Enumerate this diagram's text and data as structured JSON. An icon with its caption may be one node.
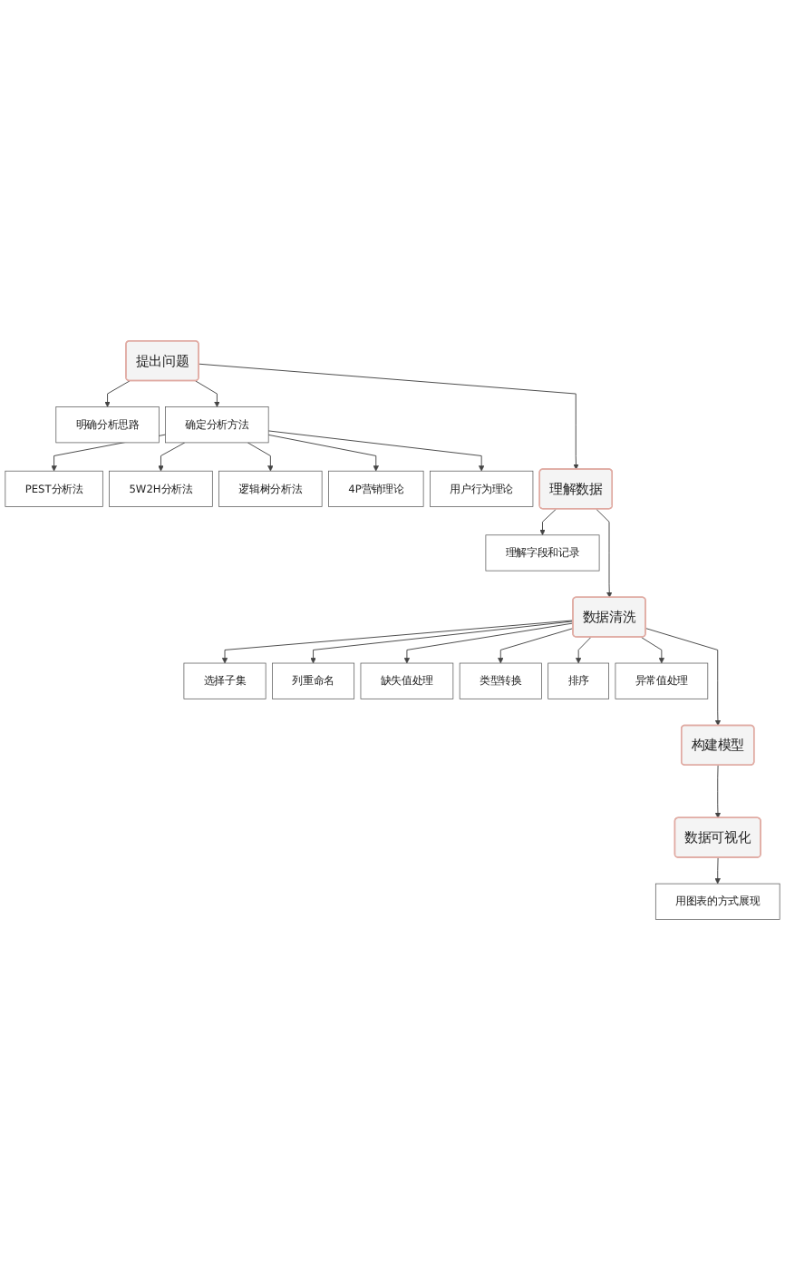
{
  "diagram": {
    "nodes": [
      {
        "text": [
          "提出问题"
        ]
      },
      {
        "text": [
          "明确分析思路"
        ]
      },
      {
        "text": [
          "确定分析方法"
        ]
      },
      {
        "text": [
          "PEST分析法"
        ]
      },
      {
        "text": [
          "5W2H分析法"
        ]
      },
      {
        "text": [
          "逻辑树分析法"
        ]
      },
      {
        "text": [
          "4P营销理论"
        ]
      },
      {
        "text": [
          "用户行为理论"
        ]
      },
      {
        "text": [
          "理解数据"
        ]
      },
      {
        "text": [
          "理解字段和记录"
        ]
      },
      {
        "text": [
          "数据清洗"
        ]
      },
      {
        "text": [
          "选择子集"
        ]
      },
      {
        "text": [
          "列重命名"
        ]
      },
      {
        "text": [
          "缺失值处理"
        ]
      },
      {
        "text": [
          "类型转换"
        ]
      },
      {
        "text": [
          "排序"
        ]
      },
      {
        "text": [
          "异常值处理"
        ]
      },
      {
        "text": [
          "构建模型"
        ]
      },
      {
        "text": [
          "数据可视化"
        ]
      },
      {
        "text": [
          "用图表的方式展现"
        ]
      }
    ],
    "edges": [
      {
        "from": 0,
        "to": 8,
        "arrow": "to"
      },
      {
        "from": 8,
        "to": 10,
        "arrow": "to"
      },
      {
        "from": 10,
        "to": 17,
        "arrow": "to"
      },
      {
        "from": 17,
        "to": 18,
        "arrow": "to"
      },
      {
        "from": 0,
        "to": 1,
        "arrow": "to"
      },
      {
        "from": 0,
        "to": 2,
        "arrow": "to"
      },
      {
        "from": 2,
        "to": 3,
        "arrow": "to"
      },
      {
        "from": 2,
        "to": 4,
        "arrow": "to"
      },
      {
        "from": 2,
        "to": 5,
        "arrow": "to"
      },
      {
        "from": 2,
        "to": 6,
        "arrow": "to"
      },
      {
        "from": 2,
        "to": 7,
        "arrow": "to"
      },
      {
        "from": 8,
        "to": 9,
        "arrow": "to"
      },
      {
        "from": 10,
        "to": 11,
        "arrow": "to"
      },
      {
        "from": 10,
        "to": 12,
        "arrow": "to"
      },
      {
        "from": 10,
        "to": 13,
        "arrow": "to"
      },
      {
        "from": 10,
        "to": 14,
        "arrow": "to"
      },
      {
        "from": 10,
        "to": 15,
        "arrow": "to"
      },
      {
        "from": 10,
        "to": 16,
        "arrow": "to"
      },
      {
        "from": 18,
        "to": 19,
        "arrow": "to"
      }
    ]
  }
}
